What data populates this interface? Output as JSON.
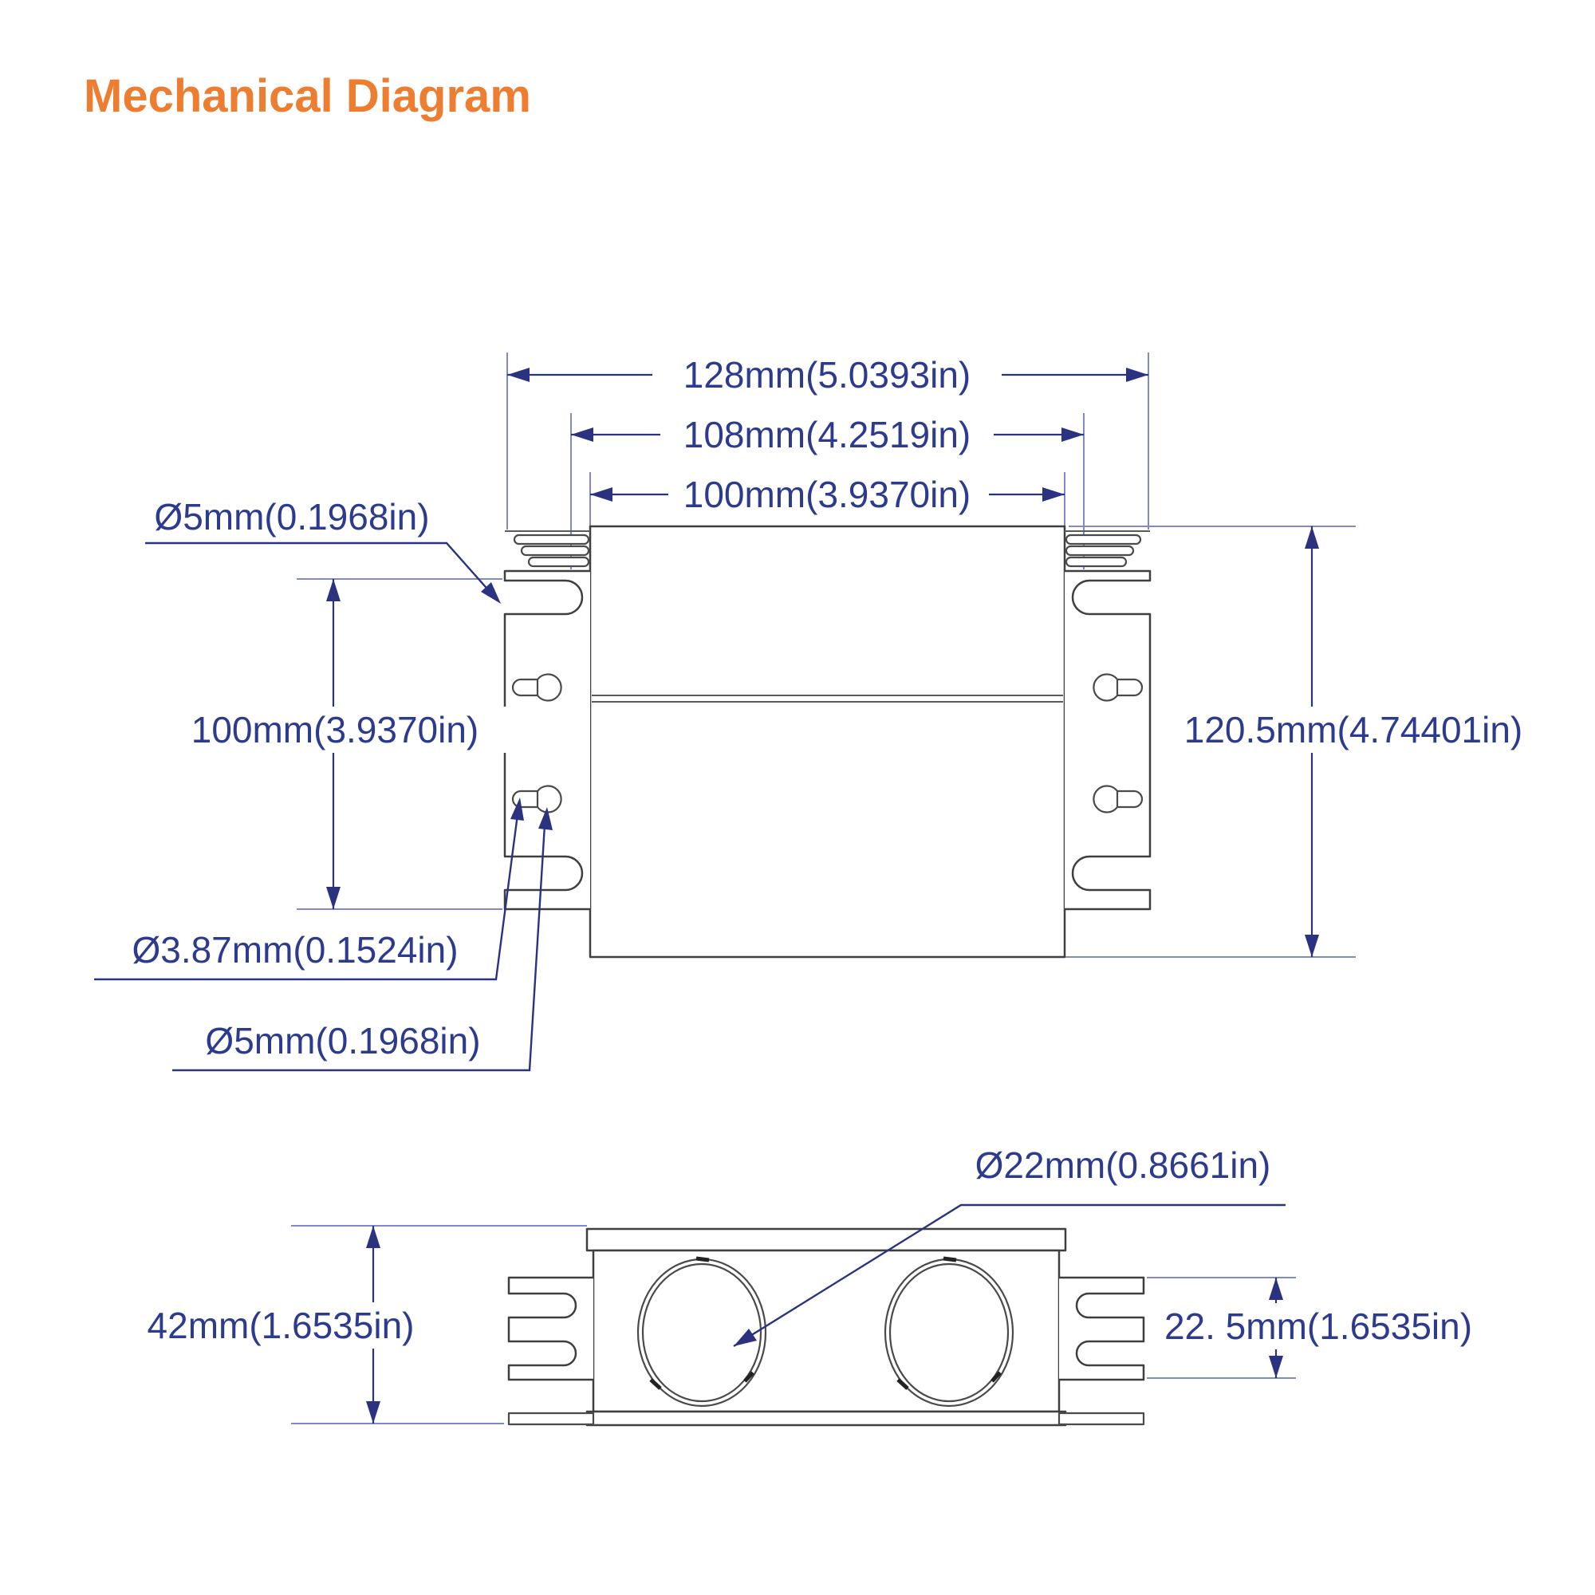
{
  "title": "Mechanical Diagram",
  "colors": {
    "accent": "#ED7D31",
    "dimension_text": "#2D3B8E",
    "dimension_line": "#2B3280",
    "extension_line": "#8289C9",
    "part_outline": "#3F3F3F"
  },
  "front_view": {
    "width_dims": [
      "128mm(5.0393in)",
      "108mm(4.2519in)",
      "100mm(3.9370in)"
    ],
    "height_dim_left": "100mm(3.9370in)",
    "height_dim_right": "120.5mm(4.74401in)",
    "hole_top_left": "Ø5mm(0.1968in)",
    "hole_slot": "Ø3.87mm(0.1524in)",
    "hole_keyhole": "Ø5mm(0.1968in)"
  },
  "bottom_view": {
    "hole": "Ø22mm(0.8661in)",
    "height_dim": "42mm(1.6535in)",
    "side_dim": "22. 5mm(1.6535in)"
  }
}
